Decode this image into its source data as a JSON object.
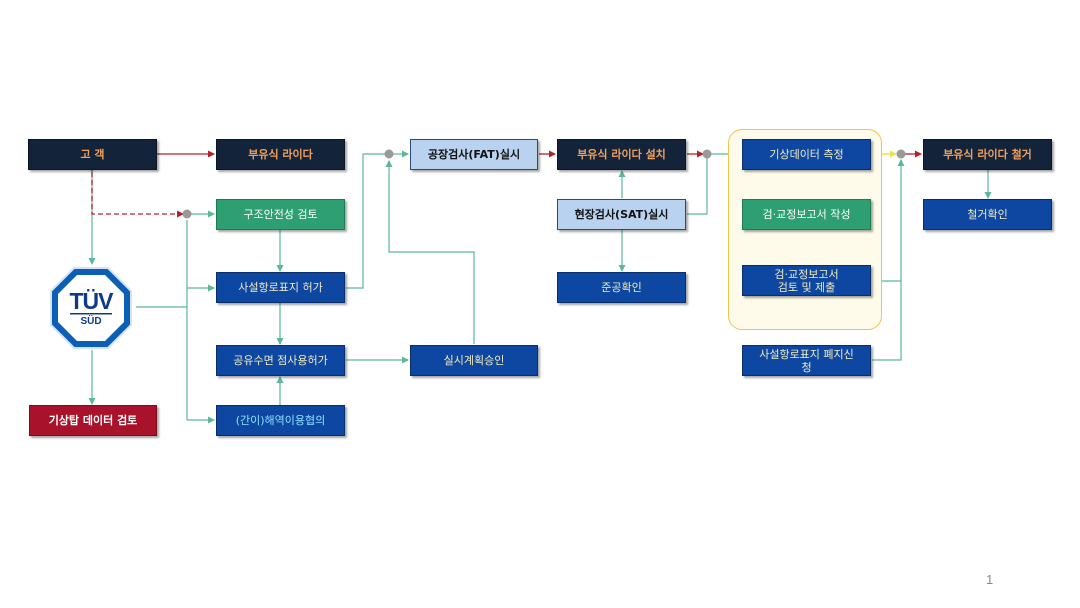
{
  "diagram": {
    "boxes": {
      "customer": "고 객",
      "floating_lidar": "부유식 라이다",
      "structural_review": "구조안전성 검토",
      "navaid_permit": "사설항로표지 허가",
      "water_use_permit": "공유수면 점사용허가",
      "sea_area_consultation": "(간이)해역이용협의",
      "factory_test": "공장검사(FAT)실시",
      "plan_approval": "실시계획승인",
      "lidar_install": "부유식 라이다 설치",
      "site_test": "현장검사(SAT)실시",
      "completion_check": "준공확인",
      "met_measurement": "기상데이터 측정",
      "calibration_report": "검·교정보고서 작성",
      "calibration_review_line1": "검·교정보고서",
      "calibration_review_line2": "검토 및 제출",
      "navaid_abolish_line1": "사설항로표지 폐지신",
      "navaid_abolish_line2": "청",
      "lidar_removal": "부유식 라이다 철거",
      "removal_check": "철거확인",
      "met_tower_review": "기상탑 데이터 검토"
    },
    "logo": {
      "top": "TÜV",
      "bottom": "SÜD"
    },
    "colors": {
      "dark_box": "#13243a",
      "blue_box": "#0d47a1",
      "green_box": "#2e9f73",
      "light_box": "#b8d2f0",
      "red_box": "#a8122a",
      "connector_green": "#5db89a",
      "connector_red": "#b5202a",
      "connector_yellow": "#f2e04a",
      "junction_gray": "#9a9a9a",
      "group_border": "#f0c34e"
    }
  },
  "page_number": "1"
}
